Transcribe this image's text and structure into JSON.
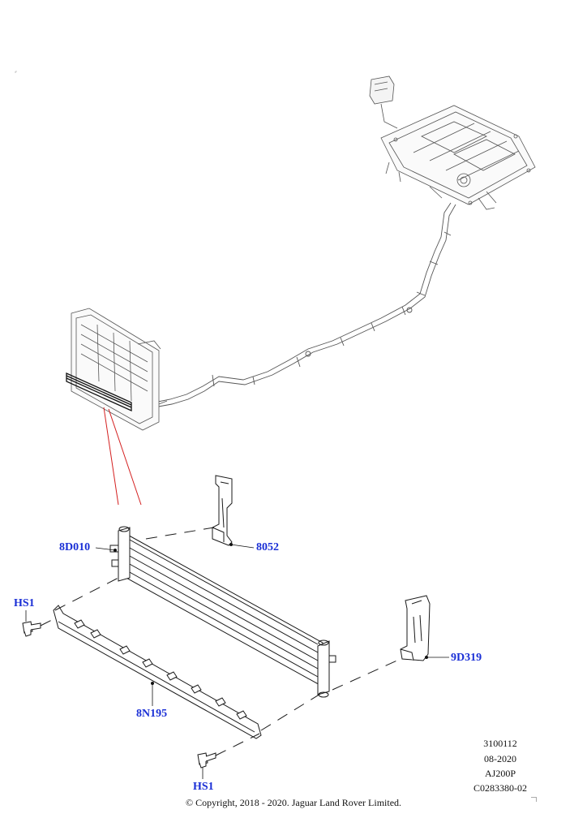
{
  "callouts": {
    "radiator_cooler": "8D010",
    "upper_bracket": "8052",
    "lower_bracket": "8N195",
    "bolt_left": "HS1",
    "bolt_bottom": "HS1",
    "side_bracket": "9D319"
  },
  "reference": {
    "line1": "3100112",
    "line2": "08-2020",
    "line3": "AJ200P",
    "line4": "C0283380-02"
  },
  "copyright": "© Copyright, 2018 - 2020. Jaguar Land Rover Limited.",
  "colors": {
    "callout": "#1a2fd6",
    "leader": "#d42020",
    "line": "#1a1a1a"
  }
}
